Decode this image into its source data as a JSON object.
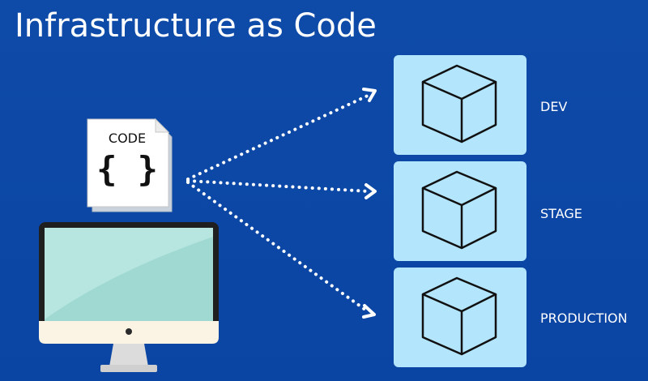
{
  "title": "Infrastructure as Code",
  "code_card": {
    "label": "CODE",
    "symbol": "{ }",
    "icon": "code-file-icon"
  },
  "environments": [
    {
      "label": "DEV",
      "icon": "cube-icon"
    },
    {
      "label": "STAGE",
      "icon": "cube-icon"
    },
    {
      "label": "PRODUCTION",
      "icon": "cube-icon"
    }
  ],
  "computer": {
    "icon": "desktop-monitor-icon"
  },
  "colors": {
    "background": "#0d47a1",
    "environment_box": "#b3e5fc",
    "screen": "#a7ded8",
    "monitor_frame": "#1f1f1f",
    "monitor_chin": "#fbf3e4",
    "arrow": "#ffffff"
  }
}
